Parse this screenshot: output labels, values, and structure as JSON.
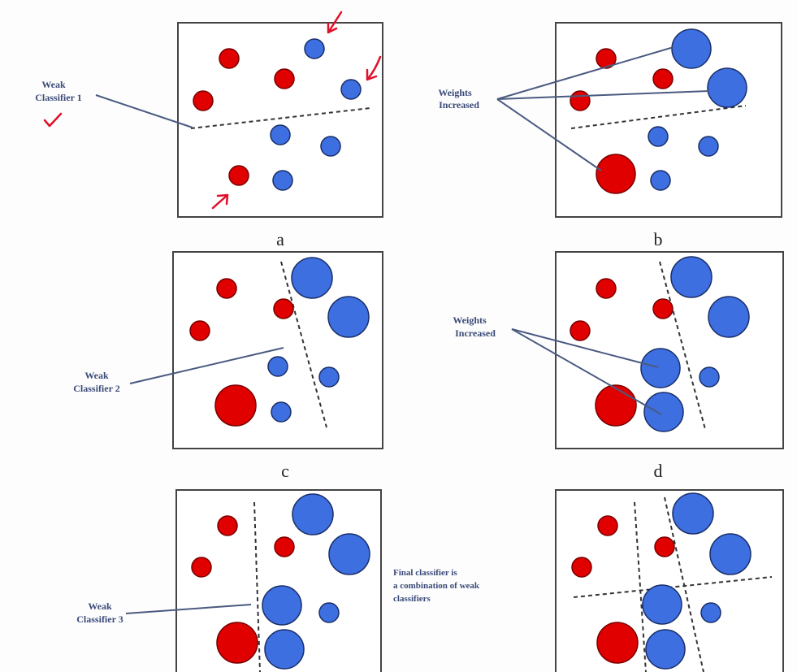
{
  "colors": {
    "red": "#e00000",
    "red_stroke": "#7a0000",
    "blue": "#3d6fe0",
    "blue_stroke": "#1a2f6a",
    "frame": "#444444",
    "leader": "#4a5a80",
    "pen_mark": "#e0102a"
  },
  "panels": [
    {
      "id": "a",
      "caption": "a",
      "annotation": [
        "Weak",
        "Classifier 1"
      ],
      "marks": [
        "arrow-icon",
        "arrow-icon",
        "arrow-icon",
        "checkmark-icon"
      ]
    },
    {
      "id": "b",
      "caption": "b",
      "annotation": [
        "Weights",
        "Increased"
      ]
    },
    {
      "id": "c",
      "caption": "c",
      "annotation": [
        "Weak",
        "Classifier 2"
      ]
    },
    {
      "id": "d",
      "caption": "d",
      "annotation": [
        "Weights",
        "Increased"
      ]
    },
    {
      "id": "e",
      "caption": "",
      "annotation": [
        "Weak",
        "Classifier 3"
      ]
    },
    {
      "id": "f",
      "caption": "",
      "annotation": []
    }
  ],
  "final_note": [
    "Final classifier is",
    "a combination of weak",
    "classifiers"
  ]
}
